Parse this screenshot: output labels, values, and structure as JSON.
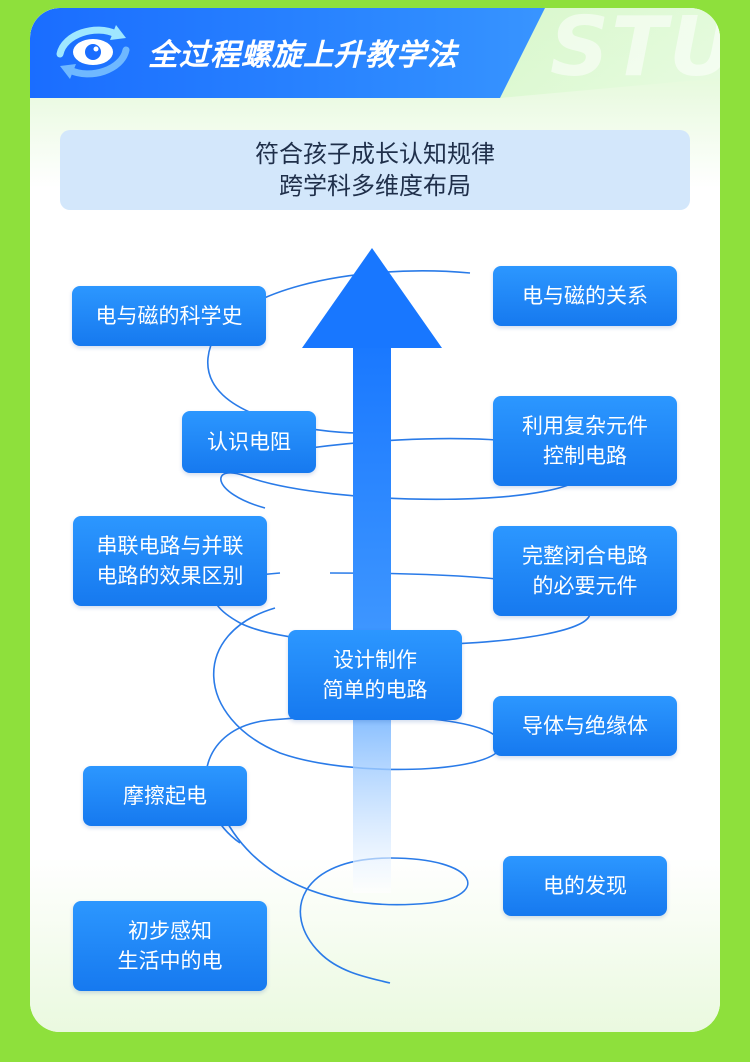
{
  "header": {
    "title": "全过程螺旋上升教学法",
    "watermark": "STUD",
    "logo_icon": "eye-cycle-logo-icon"
  },
  "subtitle": {
    "line1": "符合孩子成长认知规律",
    "line2": "跨学科多维度布局"
  },
  "nodes": {
    "em_history": "电与磁的科学史",
    "em_relation": "电与磁的关系",
    "resistance": "认识电阻",
    "complex_1": "利用复杂元件",
    "complex_2": "控制电路",
    "series_1": "串联电路与并联",
    "series_2": "电路的效果区别",
    "closed_1": "完整闭合电路",
    "closed_2": "的必要元件",
    "design_1": "设计制作",
    "design_2": "简单的电路",
    "conductor": "导体与绝缘体",
    "friction": "摩擦起电",
    "discovery": "电的发现",
    "perceive_1": "初步感知",
    "perceive_2": "生活中的电"
  },
  "colors": {
    "background": "#8ee03c",
    "accent": "#1a6dff",
    "node": "#1f88fb",
    "subtitle_bg": "#d3e7fb"
  }
}
